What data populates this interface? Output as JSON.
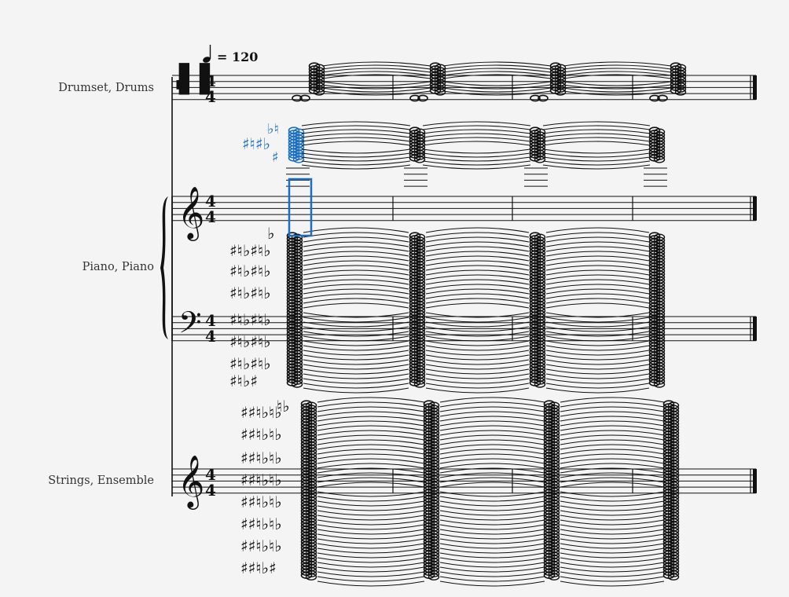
{
  "tempo": {
    "note_symbol": "♩",
    "marking": "= 120"
  },
  "instruments": {
    "drums": "Drumset, Drums",
    "piano": "Piano, Piano",
    "strings": "Strings, Ensemble"
  },
  "time_signature": {
    "top": "4",
    "bottom": "4"
  },
  "measures_per_system": 4,
  "selection": {
    "color": "#1a6fc2",
    "measure_index": 1,
    "staff": "piano-treble"
  },
  "colors": {
    "ink": "#111111",
    "selection": "#1a6fc2",
    "background": "#f4f4f4"
  }
}
